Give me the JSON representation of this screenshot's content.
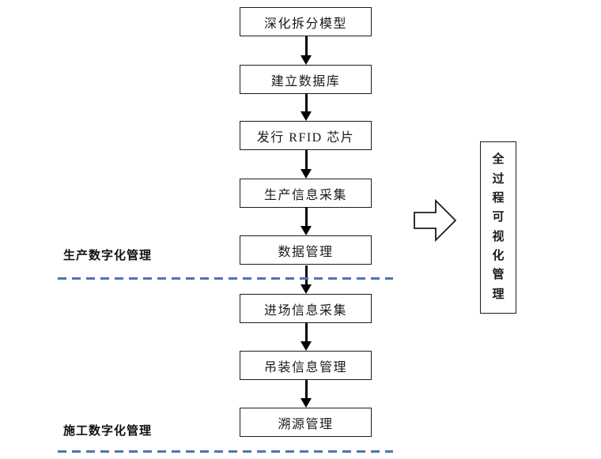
{
  "diagram": {
    "flow_boxes": [
      {
        "label": "深化拆分模型"
      },
      {
        "label": "建立数据库"
      },
      {
        "label": "发行 RFID 芯片"
      },
      {
        "label": "生产信息采集"
      },
      {
        "label": "数据管理"
      },
      {
        "label": "进场信息采集"
      },
      {
        "label": "吊装信息管理"
      },
      {
        "label": "溯源管理"
      }
    ],
    "section_labels": [
      {
        "label": "生产数字化管理"
      },
      {
        "label": "施工数字化管理"
      }
    ],
    "result_box": {
      "label": "全过程可视化管理",
      "chars": [
        "全",
        "过",
        "程",
        "可",
        "视",
        "化",
        "管",
        "理"
      ]
    },
    "colors": {
      "dashed_line": "#4d74b4",
      "box_border": "#1c1c1c",
      "arrow": "#000000",
      "text": "#1a1a1a",
      "background": "#ffffff"
    }
  }
}
